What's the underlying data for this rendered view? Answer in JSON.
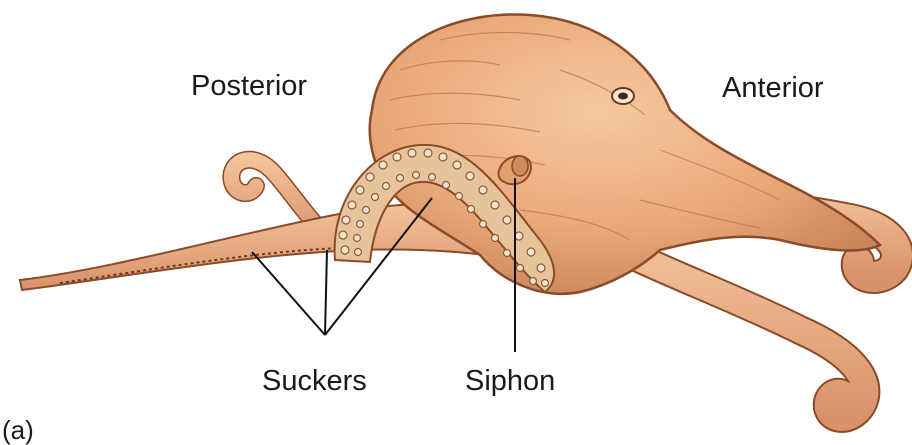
{
  "labels": {
    "posterior": "Posterior",
    "anterior": "Anterior",
    "suckers": "Suckers",
    "siphon": "Siphon",
    "panel": "(a)"
  },
  "colors": {
    "skin": "#e8a77a",
    "skin_light": "#f1bf95",
    "skin_shadow": "#c98458",
    "outline": "#8a4b2a",
    "sucker": "#f3e3c9",
    "leader_line": "#111111"
  },
  "illustration": "octopus-lateral-view"
}
